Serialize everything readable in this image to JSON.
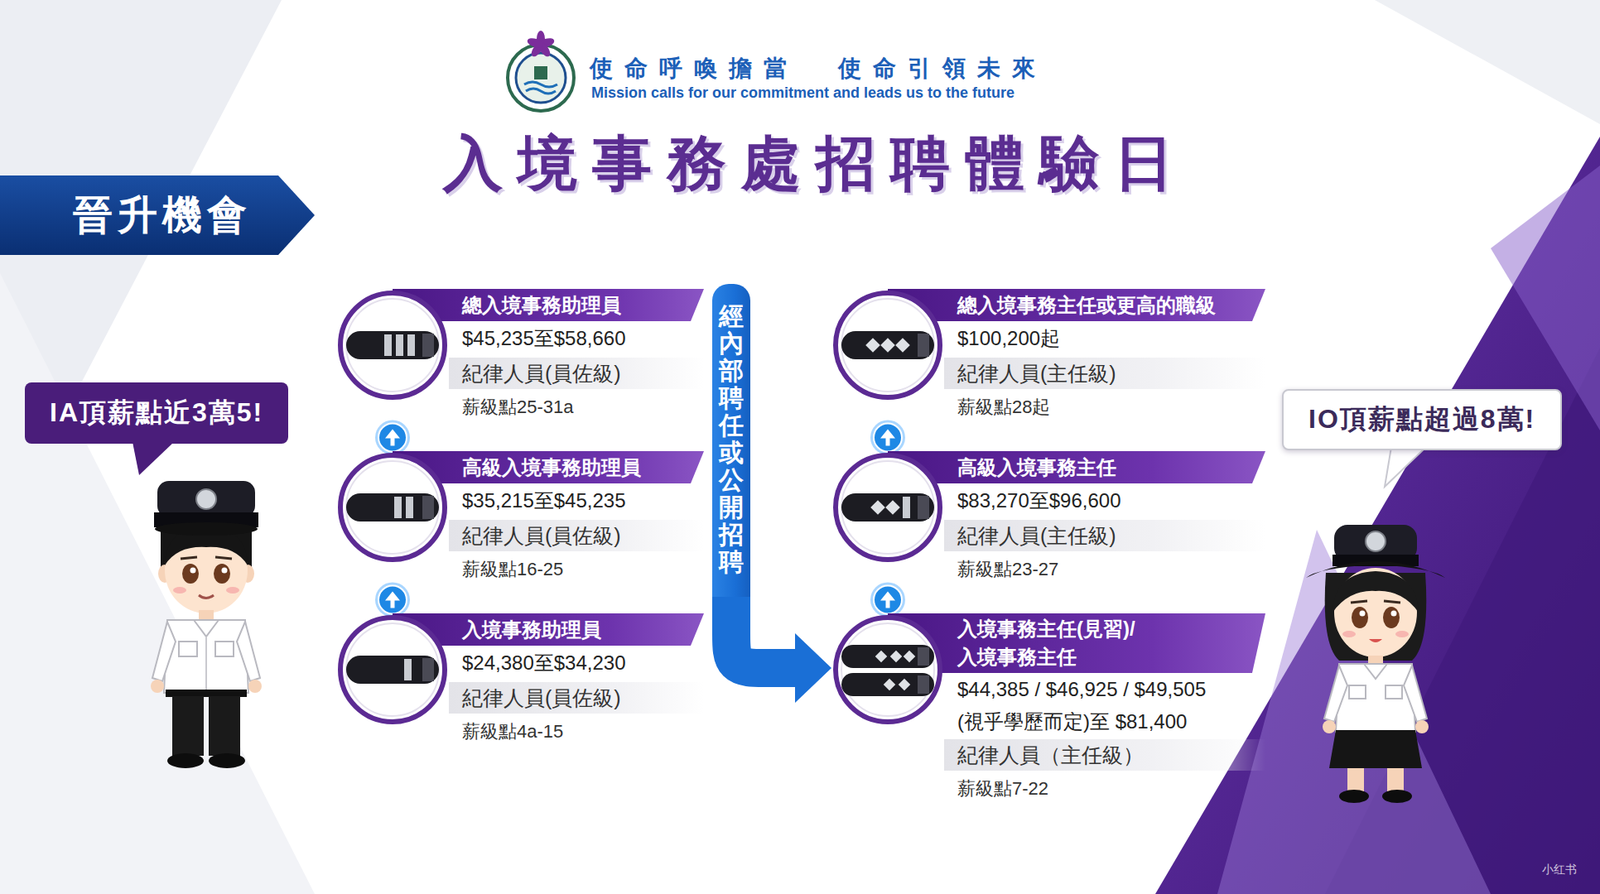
{
  "diagram": {
    "title": "入境事務處招聘體驗日",
    "nodes": [
      {
        "text": [
          "晉升機會"
        ]
      },
      {
        "text": [
          "總入境事務助理員",
          "$45,235至$58,660",
          "紀律人員(員佐級)",
          "薪級點25-31a"
        ]
      },
      {
        "text": [
          "高級入境事務助理員",
          "$35,215至$45,235",
          "紀律人員(員佐級)",
          "薪級點16-25"
        ]
      },
      {
        "text": [
          "入境事務助理員",
          "$24,380至$34,230",
          "紀律人員(員佐級)",
          "薪級點4a-15"
        ]
      },
      {
        "text": [
          "IA頂薪點近3萬5!"
        ]
      },
      {
        "text": [
          "經內部聘任或公開招聘"
        ]
      },
      {
        "text": [
          "總入境事務主任或更高的職級",
          "$100,200起",
          "紀律人員(主任級)",
          "薪級點28起"
        ]
      },
      {
        "text": [
          "高級入境事務主任",
          "$83,270至$96,600",
          "紀律人員(主任級)",
          "薪級點23-27"
        ]
      },
      {
        "text": [
          "入境事務主任(見習)/ 入境事務主任",
          "$44,385 / $46,925 / $49,505 (視乎學歷而定)至 $81,400",
          "紀律人員（主任級）",
          "薪級點7-22"
        ]
      },
      {
        "text": [
          "IO頂薪點超過8萬!"
        ]
      }
    ],
    "edges": [
      {
        "from": 3,
        "to": 2,
        "arrow": "to"
      },
      {
        "from": 2,
        "to": 1,
        "arrow": "to"
      },
      {
        "from": 5,
        "to": 8,
        "arrow": "to"
      },
      {
        "from": 8,
        "to": 7,
        "arrow": "to"
      },
      {
        "from": 7,
        "to": 6,
        "arrow": "to"
      }
    ],
    "labels": [
      "使命呼喚擔當 使命引領未來",
      "Mission calls for our commitment and leads us to the future",
      "小红书"
    ]
  }
}
